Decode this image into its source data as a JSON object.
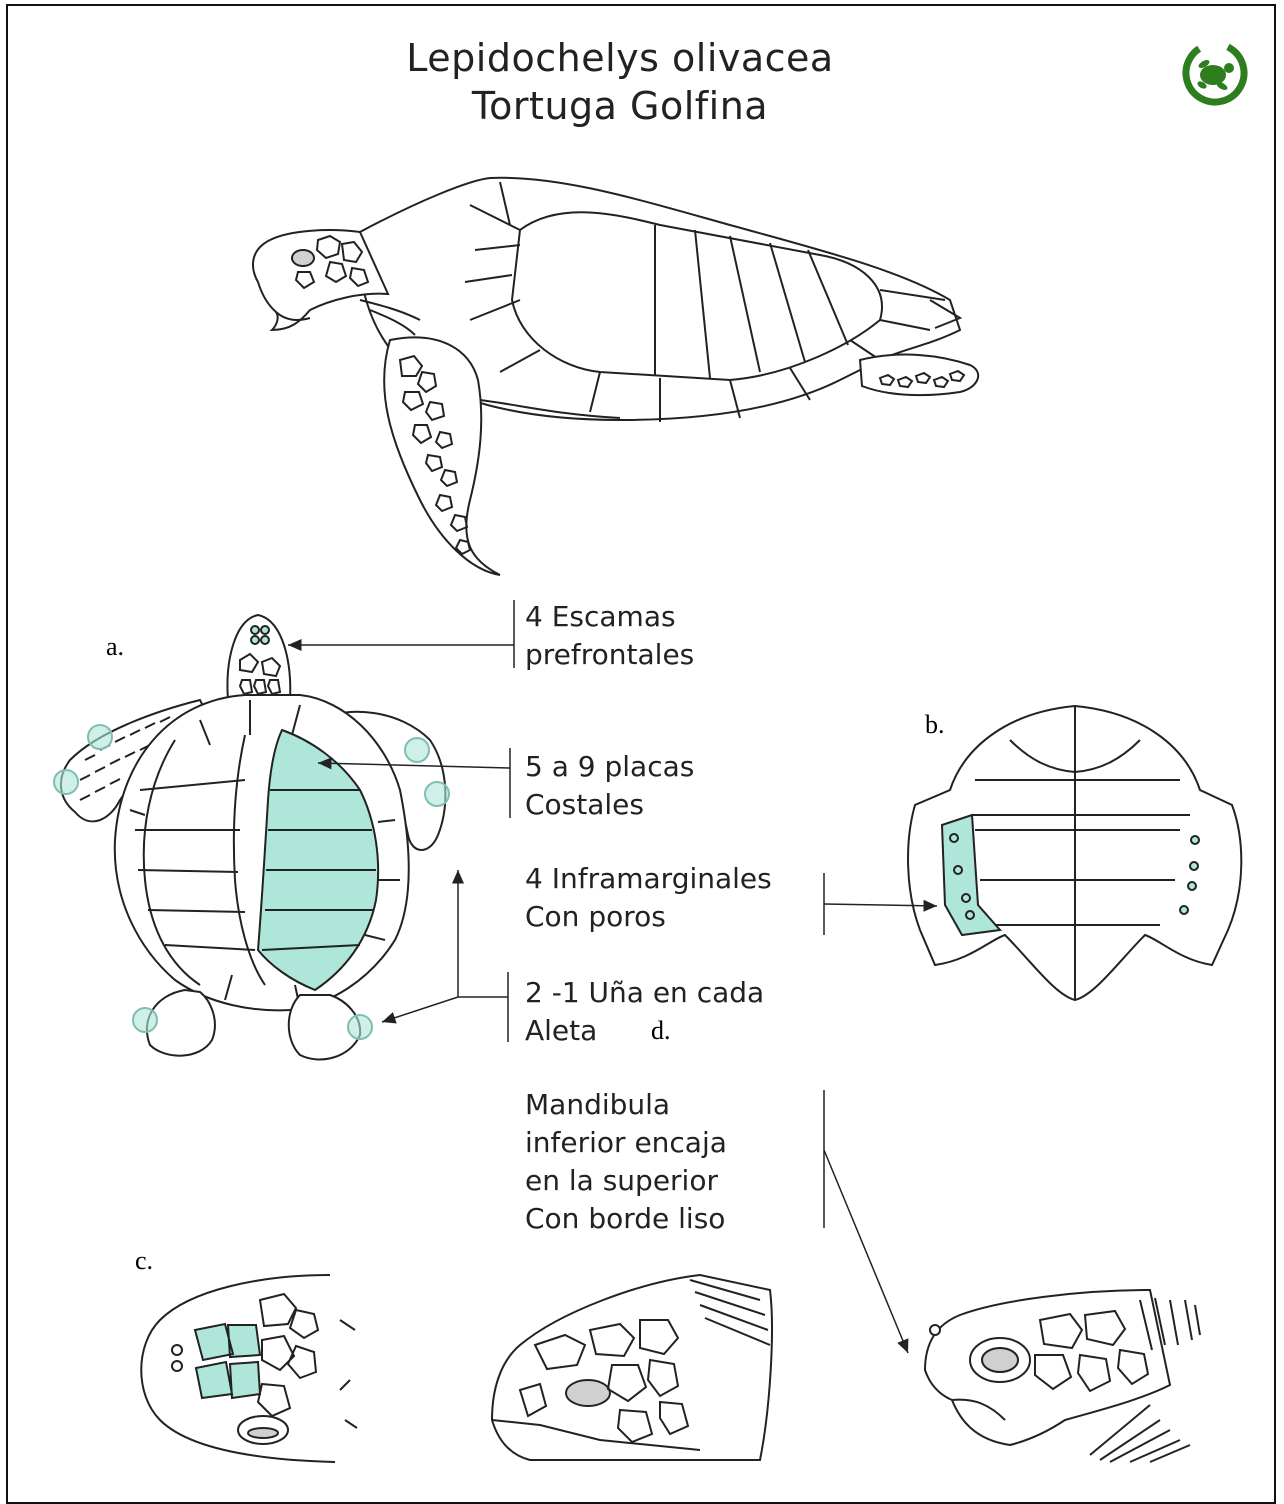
{
  "title": {
    "line1": "Lepidochelys olivacea",
    "line2": "Tortuga Golfina"
  },
  "panel_letters": {
    "a": "a.",
    "b": "b.",
    "c": "c.",
    "d": "d."
  },
  "annotations": {
    "prefrontales": [
      "4 Escamas",
      "prefrontales"
    ],
    "costales": [
      "5 a 9 placas",
      "Costales"
    ],
    "inframarginales": [
      "4 Inframarginales",
      "Con poros"
    ],
    "una": [
      "2 -1 Uña en cada",
      "Aleta"
    ],
    "mandibula": [
      "Mandibula",
      "inferior encaja",
      "en la superior",
      "Con borde liso"
    ]
  },
  "colors": {
    "highlight": "#aee6da",
    "logo": "#2e7d1e",
    "line": "#222222"
  },
  "icons": {
    "logo": "turtle-logo-icon"
  }
}
